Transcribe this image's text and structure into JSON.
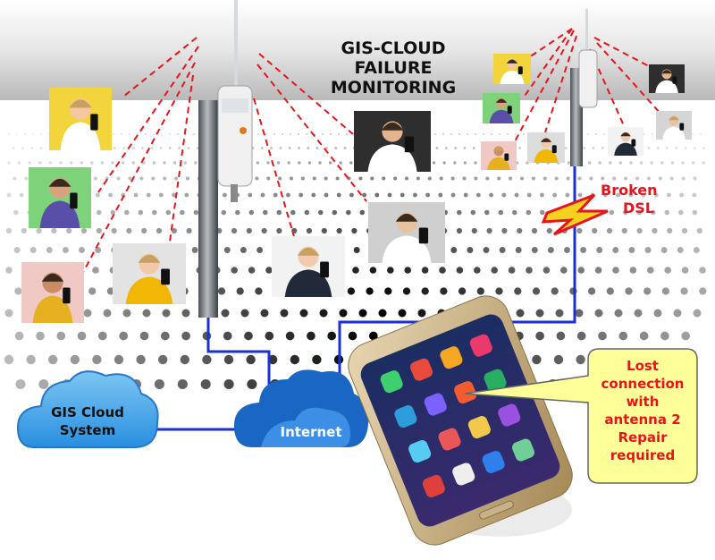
{
  "title": {
    "line1": "GIS-CLOUD",
    "line2": "FAILURE",
    "line3": "MONITORING"
  },
  "broken_link": {
    "line1": "Broken",
    "line2": "DSL",
    "color": "#e8141c"
  },
  "gis_cloud": {
    "line1": "GIS Cloud",
    "line2": "System"
  },
  "internet_cloud": {
    "label": "Internet"
  },
  "alert": {
    "line1": "Lost",
    "line2": "connection",
    "line3": "with",
    "line4": "antenna 2",
    "line5": "Repair",
    "line6": "required",
    "text_color": "#e8141c",
    "fill_color": "#ffff99"
  },
  "colors": {
    "network_line": "#1a2fd6",
    "wireless_link": "#e8141c",
    "cloud_light": "#5ab3ee",
    "cloud_dark": "#1564c0"
  }
}
